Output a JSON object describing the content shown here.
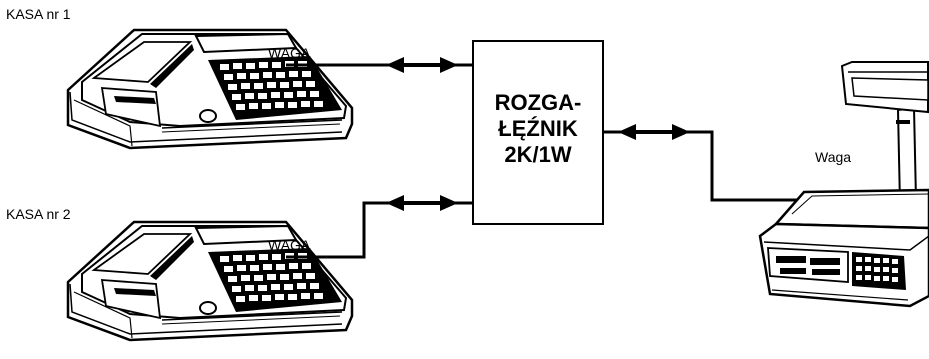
{
  "register1": {
    "label": "KASA nr 1",
    "cable_label": "WAGA"
  },
  "register2": {
    "label": "KASA nr 2",
    "cable_label": "WAGA"
  },
  "splitter": {
    "lines": [
      "ROZGA-",
      "ŁĘŹNIK",
      "2K/1W"
    ]
  },
  "scale": {
    "label": "Waga"
  }
}
